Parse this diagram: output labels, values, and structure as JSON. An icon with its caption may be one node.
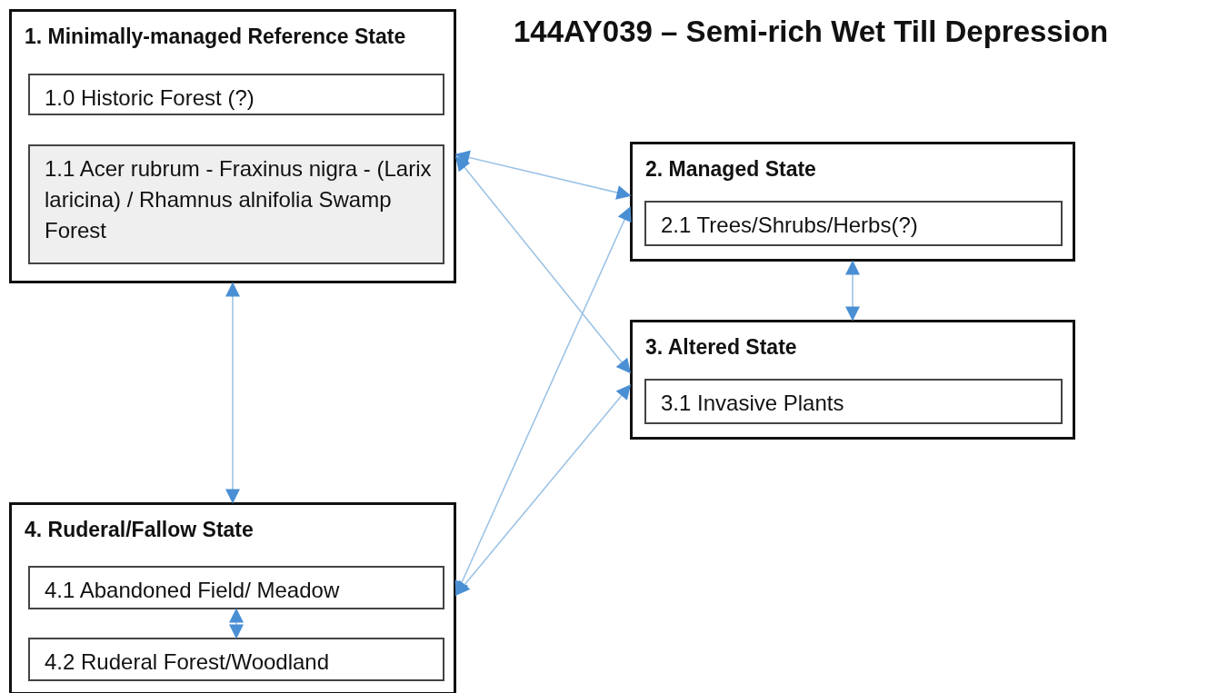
{
  "diagram": {
    "title": "144AY039 – Semi-rich Wet Till Depression",
    "nodes": [
      {
        "text": [
          "1.  Minimally-managed Reference State"
        ]
      },
      {
        "text": [
          "1.0  Historic Forest (?)"
        ],
        "in": 0
      },
      {
        "text": [
          "1.1 Acer rubrum - Fraxinus nigra - (Larix laricina) / Rhamnus alnifolia Swamp Forest"
        ],
        "in": 0
      },
      {
        "text": [
          "2.   Managed State"
        ]
      },
      {
        "text": [
          "2.1 Trees/Shrubs/Herbs(?)"
        ],
        "in": 3
      },
      {
        "text": [
          "3.  Altered State"
        ]
      },
      {
        "text": [
          "3.1 Invasive Plants"
        ],
        "in": 5
      },
      {
        "text": [
          "4.   Ruderal/Fallow State"
        ]
      },
      {
        "text": [
          "4.1  Abandoned Field/ Meadow"
        ],
        "in": 7
      },
      {
        "text": [
          "4.2  Ruderal Forest/Woodland"
        ],
        "in": 7
      }
    ],
    "edges": [
      {
        "from": 0,
        "to": 3,
        "arrow": "both"
      },
      {
        "from": 0,
        "to": 5,
        "arrow": "both"
      },
      {
        "from": 7,
        "to": 3,
        "arrow": "both"
      },
      {
        "from": 7,
        "to": 5,
        "arrow": "both"
      },
      {
        "from": 3,
        "to": 5,
        "arrow": "both"
      },
      {
        "from": 0,
        "to": 7,
        "arrow": "both"
      },
      {
        "from": 8,
        "to": 9,
        "arrow": "both"
      }
    ]
  }
}
